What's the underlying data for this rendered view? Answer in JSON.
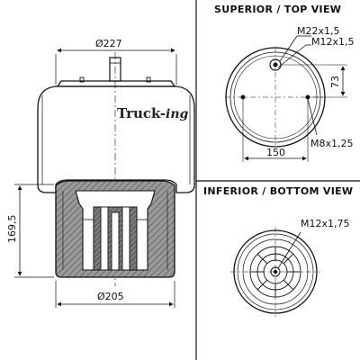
{
  "side_view": {
    "dim_top_diameter": "Ø227",
    "dim_height": "169,5",
    "dim_bottom_diameter": "Ø205",
    "brand_main": "Truck-",
    "brand_suffix": "ing"
  },
  "top_view": {
    "heading": "SUPERIOR / TOP VIEW",
    "label_m22": "M22x1,5",
    "label_m12": "M12x1,5",
    "label_m8": "M8x1,25",
    "dim_width": "150",
    "dim_offset": "73"
  },
  "bottom_view": {
    "heading": "INFERIOR / BOTTOM VIEW",
    "label_m12": "M12x1,75"
  }
}
